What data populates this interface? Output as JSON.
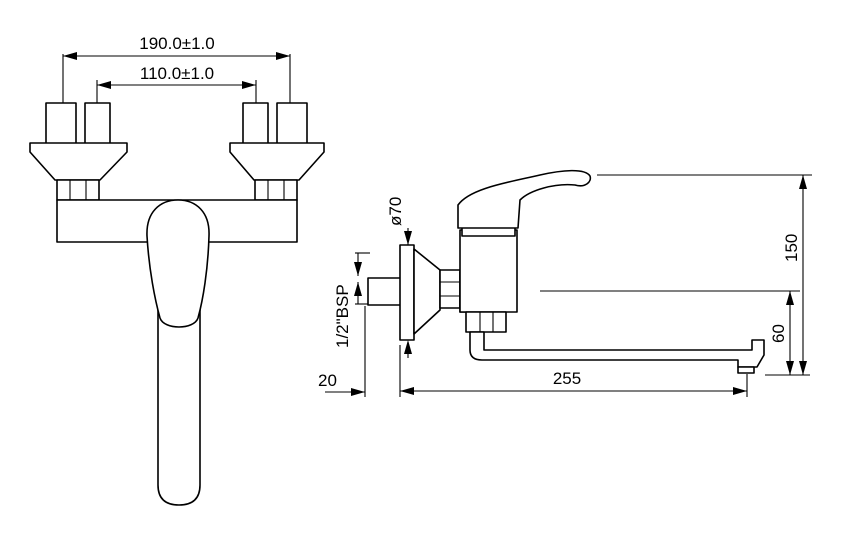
{
  "front_view": {
    "dim_outer": "190.0±1.0",
    "dim_inner": "110.0±1.0"
  },
  "side_view": {
    "dim_flange_diameter": "ø70",
    "dim_thread": "1/2\"BSP",
    "dim_inlet_offset": "20",
    "dim_spout_length": "255",
    "dim_spout_height": "60",
    "dim_total_height": "150"
  }
}
